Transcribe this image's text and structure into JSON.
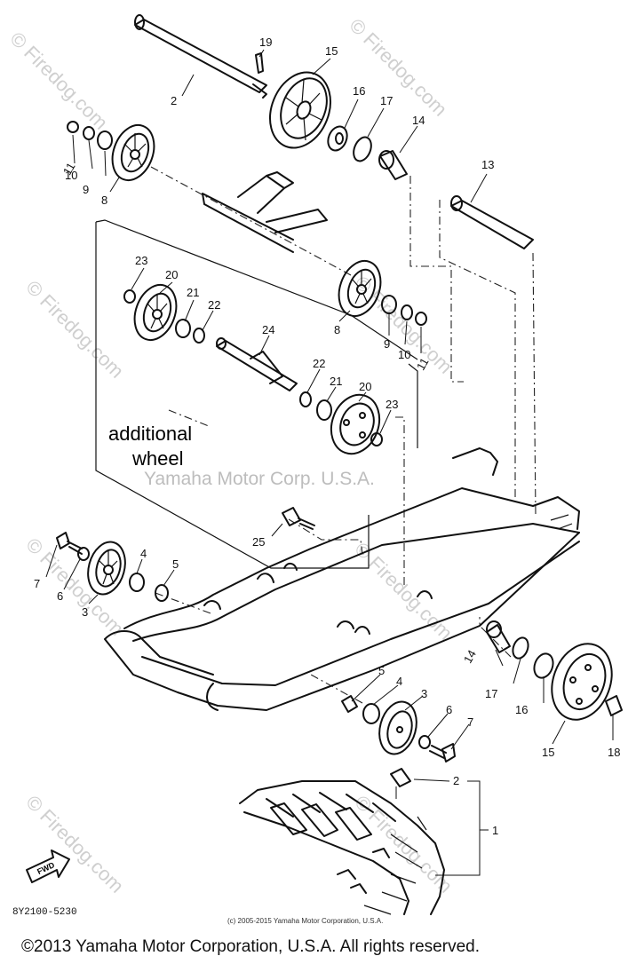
{
  "diagram": {
    "diagram_code": "8Y2100-5230",
    "annotation": [
      "additional",
      "wheel"
    ],
    "watermarks": {
      "site": "© Firedog.com",
      "manufacturer": "Yamaha Motor Corp. U.S.A."
    },
    "fine_print": "(c) 2005-2015 Yamaha Motor Corporation, U.S.A.",
    "copyright_footer": "©2013 Yamaha Motor Corporation, U.S.A. All rights reserved.",
    "direction_arrow": "FWD",
    "callouts": [
      {
        "label": "19"
      },
      {
        "label": "15"
      },
      {
        "label": "2"
      },
      {
        "label": "16"
      },
      {
        "label": "17"
      },
      {
        "label": "14"
      },
      {
        "label": "11"
      },
      {
        "label": "10"
      },
      {
        "label": "9"
      },
      {
        "label": "8"
      },
      {
        "label": "13"
      },
      {
        "label": "23"
      },
      {
        "label": "20"
      },
      {
        "label": "21"
      },
      {
        "label": "22"
      },
      {
        "label": "8"
      },
      {
        "label": "9"
      },
      {
        "label": "10"
      },
      {
        "label": "11"
      },
      {
        "label": "24"
      },
      {
        "label": "22"
      },
      {
        "label": "21"
      },
      {
        "label": "20"
      },
      {
        "label": "23"
      },
      {
        "label": "25"
      },
      {
        "label": "7"
      },
      {
        "label": "6"
      },
      {
        "label": "4"
      },
      {
        "label": "5"
      },
      {
        "label": "3"
      },
      {
        "label": "14"
      },
      {
        "label": "17"
      },
      {
        "label": "16"
      },
      {
        "label": "15"
      },
      {
        "label": "18"
      },
      {
        "label": "5"
      },
      {
        "label": "4"
      },
      {
        "label": "3"
      },
      {
        "label": "6"
      },
      {
        "label": "7"
      },
      {
        "label": "2"
      },
      {
        "label": "1"
      }
    ]
  }
}
